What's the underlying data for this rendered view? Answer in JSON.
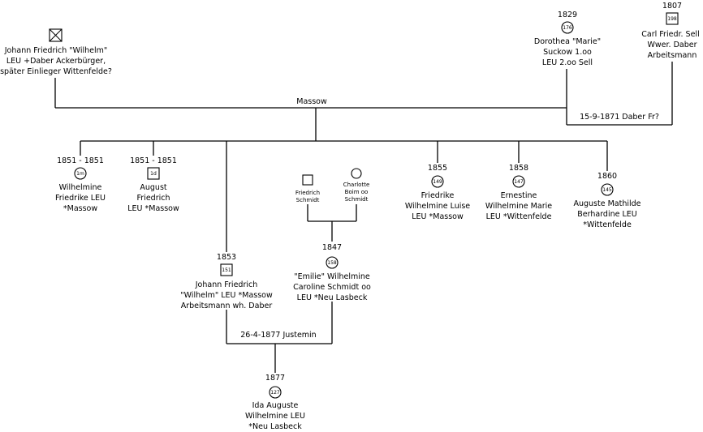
{
  "people": {
    "jf_wilhelm_sr": {
      "lines": [
        "Johann Friedrich \"Wilhelm\"",
        "LEU +Daber Ackerbürger,",
        "später Einlieger Wittenfelde?"
      ]
    },
    "dorothea": {
      "year": "1829",
      "id": "176",
      "lines": [
        "Dorothea \"Marie\"",
        "Suckow 1.oo",
        "LEU 2.oo Sell"
      ]
    },
    "carl_sell": {
      "year": "1807",
      "id": "198",
      "lines": [
        "Carl Friedr.  Sell",
        "Wwer. Daber",
        "Arbeitsmann"
      ]
    },
    "wilhelmine": {
      "year": "1851 - 1851",
      "id": "1m",
      "lines": [
        "Wilhelmine",
        "Friedrike LEU",
        "*Massow"
      ]
    },
    "august": {
      "year": "1851 - 1851",
      "id": "1d",
      "lines": [
        "August",
        "Friedrich",
        "LEU *Massow"
      ]
    },
    "friedrike": {
      "year": "1855",
      "id": "149",
      "lines": [
        "Friedrike",
        "Wilhelmine Luise",
        "LEU *Massow"
      ]
    },
    "ernestine": {
      "year": "1858",
      "id": "147",
      "lines": [
        "Ernestine",
        "Wilhelmine Marie",
        "LEU *Wittenfelde"
      ]
    },
    "auguste": {
      "year": "1860",
      "id": "145",
      "lines": [
        "Auguste Mathilde",
        "Berhardine LEU",
        "*Wittenfelde"
      ]
    },
    "f_schmidt": {
      "lines": [
        "Friedrich",
        "Schmidt"
      ]
    },
    "c_boim": {
      "lines": [
        "Charlotte",
        "Boim oo",
        "Schmidt"
      ]
    },
    "jf_wilhelm_jr": {
      "year": "1853",
      "id": "151",
      "lines": [
        "Johann Friedrich",
        "\"Wilhelm\" LEU *Massow",
        "Arbeitsmann wh. Daber"
      ]
    },
    "emilie": {
      "year": "1847",
      "id": "158",
      "lines": [
        "\"Emilie\" Wilhelmine",
        "Caroline Schmidt  oo",
        "LEU *Neu Lasbeck"
      ]
    },
    "ida": {
      "year": "1877",
      "id": "127",
      "lines": [
        "Ida Auguste",
        "Wilhelmine LEU",
        "*Neu Lasbeck"
      ]
    }
  },
  "marriages": {
    "main": "Massow",
    "sell": "15-9-1871 Daber Fr?",
    "children_couple": "26-4-1877 Justemin"
  }
}
